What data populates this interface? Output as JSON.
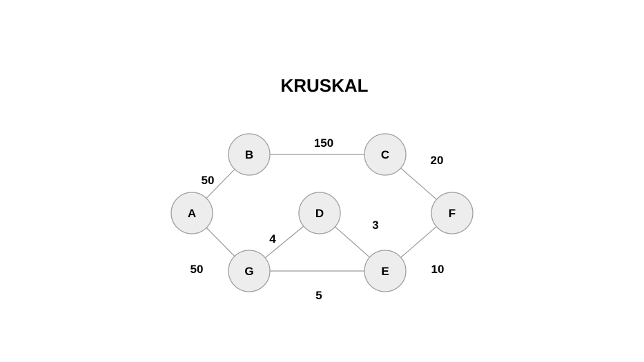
{
  "diagram": {
    "title": "KRUSKAL",
    "colors": {
      "node_fill": "#ededed",
      "node_stroke": "#9e9e9e",
      "edge_stroke": "#9a9a9a",
      "text": "#000000"
    },
    "nodes": [
      {
        "id": "A",
        "label": "A"
      },
      {
        "id": "B",
        "label": "B"
      },
      {
        "id": "C",
        "label": "C"
      },
      {
        "id": "D",
        "label": "D"
      },
      {
        "id": "E",
        "label": "E"
      },
      {
        "id": "F",
        "label": "F"
      },
      {
        "id": "G",
        "label": "G"
      }
    ],
    "edges": [
      {
        "from": "A",
        "to": "B",
        "weight": "50"
      },
      {
        "from": "B",
        "to": "C",
        "weight": "150"
      },
      {
        "from": "C",
        "to": "F",
        "weight": "20"
      },
      {
        "from": "A",
        "to": "G",
        "weight": "50"
      },
      {
        "from": "G",
        "to": "D",
        "weight": "4"
      },
      {
        "from": "D",
        "to": "E",
        "weight": "3"
      },
      {
        "from": "G",
        "to": "E",
        "weight": "5"
      },
      {
        "from": "E",
        "to": "F",
        "weight": "10"
      }
    ]
  }
}
